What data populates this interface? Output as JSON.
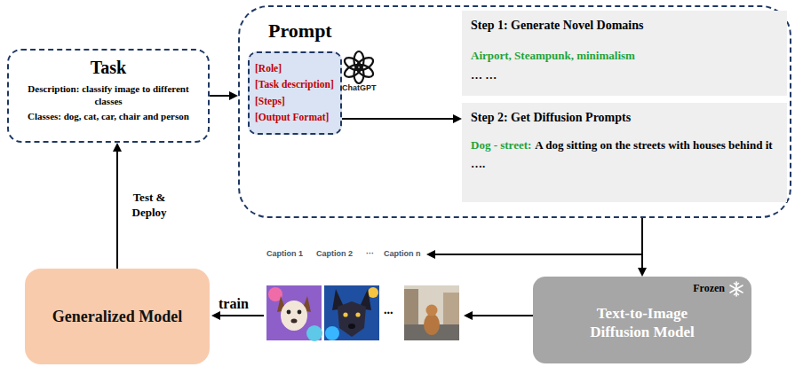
{
  "diagram": {
    "nodes": [
      {
        "text": [
          "Task",
          "Description: classify image to different classes",
          "Classes: dog, cat, car, chair and person"
        ]
      },
      {
        "text": [
          "Prompt"
        ]
      },
      {
        "text": [
          "[Role]",
          "[Task description]",
          "[Steps]",
          "[Output Format]"
        ],
        "in": 1
      },
      {
        "text": [
          "Step 1: Generate Novel Domains",
          "Airport, Steampunk, minimalism",
          "… …"
        ],
        "in": 1
      },
      {
        "text": [
          "Step 2: Get Diffusion Prompts",
          "Dog - street:",
          "A dog sitting on the streets with houses behind it",
          "…."
        ],
        "in": 1
      },
      {
        "text": [
          "Frozen",
          "Text-to-Image Diffusion Model"
        ]
      },
      {
        "text": [
          "Generalized Model"
        ]
      }
    ],
    "edges": [
      {
        "from": 0,
        "to": 1,
        "arrow": "to"
      },
      {
        "from": 2,
        "to": 4,
        "arrow": "to"
      },
      {
        "from": 1,
        "to": 5,
        "arrow": "to"
      },
      {
        "from": 6,
        "to": 0,
        "label": "Test & Deploy",
        "arrow": "to"
      }
    ],
    "labels": [
      "ChatGPT",
      "Caption 1",
      "Caption 2",
      "···",
      "Caption n",
      "train",
      "..."
    ]
  }
}
